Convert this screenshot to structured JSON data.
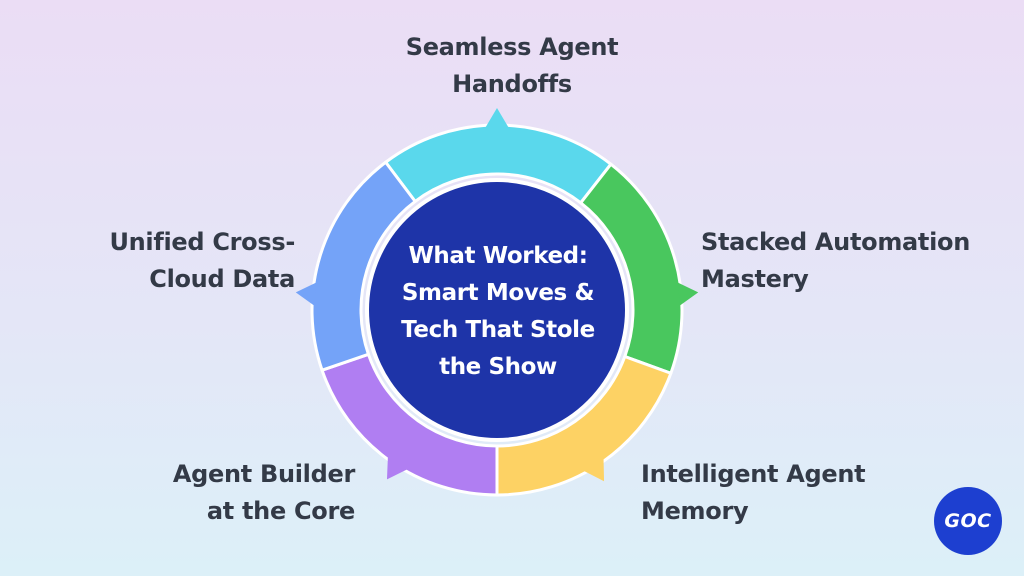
{
  "center": {
    "lines": [
      "What Worked:",
      "Smart Moves &",
      "Tech That Stole",
      "the Show"
    ],
    "color": "#1e34a8"
  },
  "segments": [
    {
      "id": "top",
      "lines": [
        "Seamless Agent",
        "Handoffs"
      ],
      "color": "#5ad8ec"
    },
    {
      "id": "right",
      "lines": [
        "Stacked Automation",
        "Mastery"
      ],
      "color": "#49c75e"
    },
    {
      "id": "bottom-right",
      "lines": [
        "Intelligent Agent",
        "Memory"
      ],
      "color": "#fdd264"
    },
    {
      "id": "bottom-left",
      "lines": [
        "Agent Builder",
        "at the Core"
      ],
      "color": "#b07ef2"
    },
    {
      "id": "left",
      "lines": [
        "Unified Cross-",
        "Cloud Data"
      ],
      "color": "#74a3f8"
    }
  ],
  "logo": {
    "text": "GOC",
    "color": "#1d3fd0"
  }
}
